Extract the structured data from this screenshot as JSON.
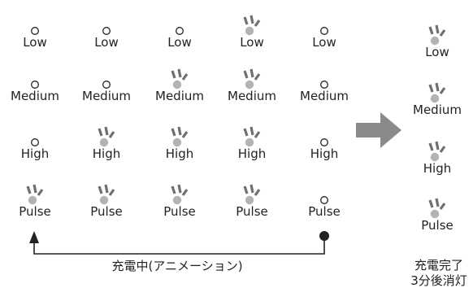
{
  "level_labels": [
    "Low",
    "Medium",
    "High",
    "Pulse"
  ],
  "columns": [
    {
      "lit": [
        false,
        false,
        false,
        true
      ]
    },
    {
      "lit": [
        false,
        false,
        true,
        true
      ]
    },
    {
      "lit": [
        false,
        true,
        true,
        true
      ]
    },
    {
      "lit": [
        true,
        true,
        true,
        true
      ]
    },
    {
      "lit": [
        false,
        false,
        false,
        false
      ]
    }
  ],
  "final_column": {
    "lit": [
      true,
      true,
      true,
      true
    ]
  },
  "captions": {
    "charging": "充電中(アニメーション)",
    "complete_line1": "充電完了",
    "complete_line2": "3分後消灯"
  },
  "colors": {
    "lit_led": "#b3b3b3",
    "rays": "#6f6f6f",
    "off_led_stroke": "#222222",
    "arrow": "#8a8a8a",
    "loop_line": "#222222"
  },
  "icons": {
    "led_on": "led-lit-icon",
    "led_off": "led-off-icon",
    "transition_arrow": "right-arrow-icon",
    "loop_start_dot": "dot-icon",
    "loop_end_arrowhead": "arrowhead-up-icon"
  }
}
